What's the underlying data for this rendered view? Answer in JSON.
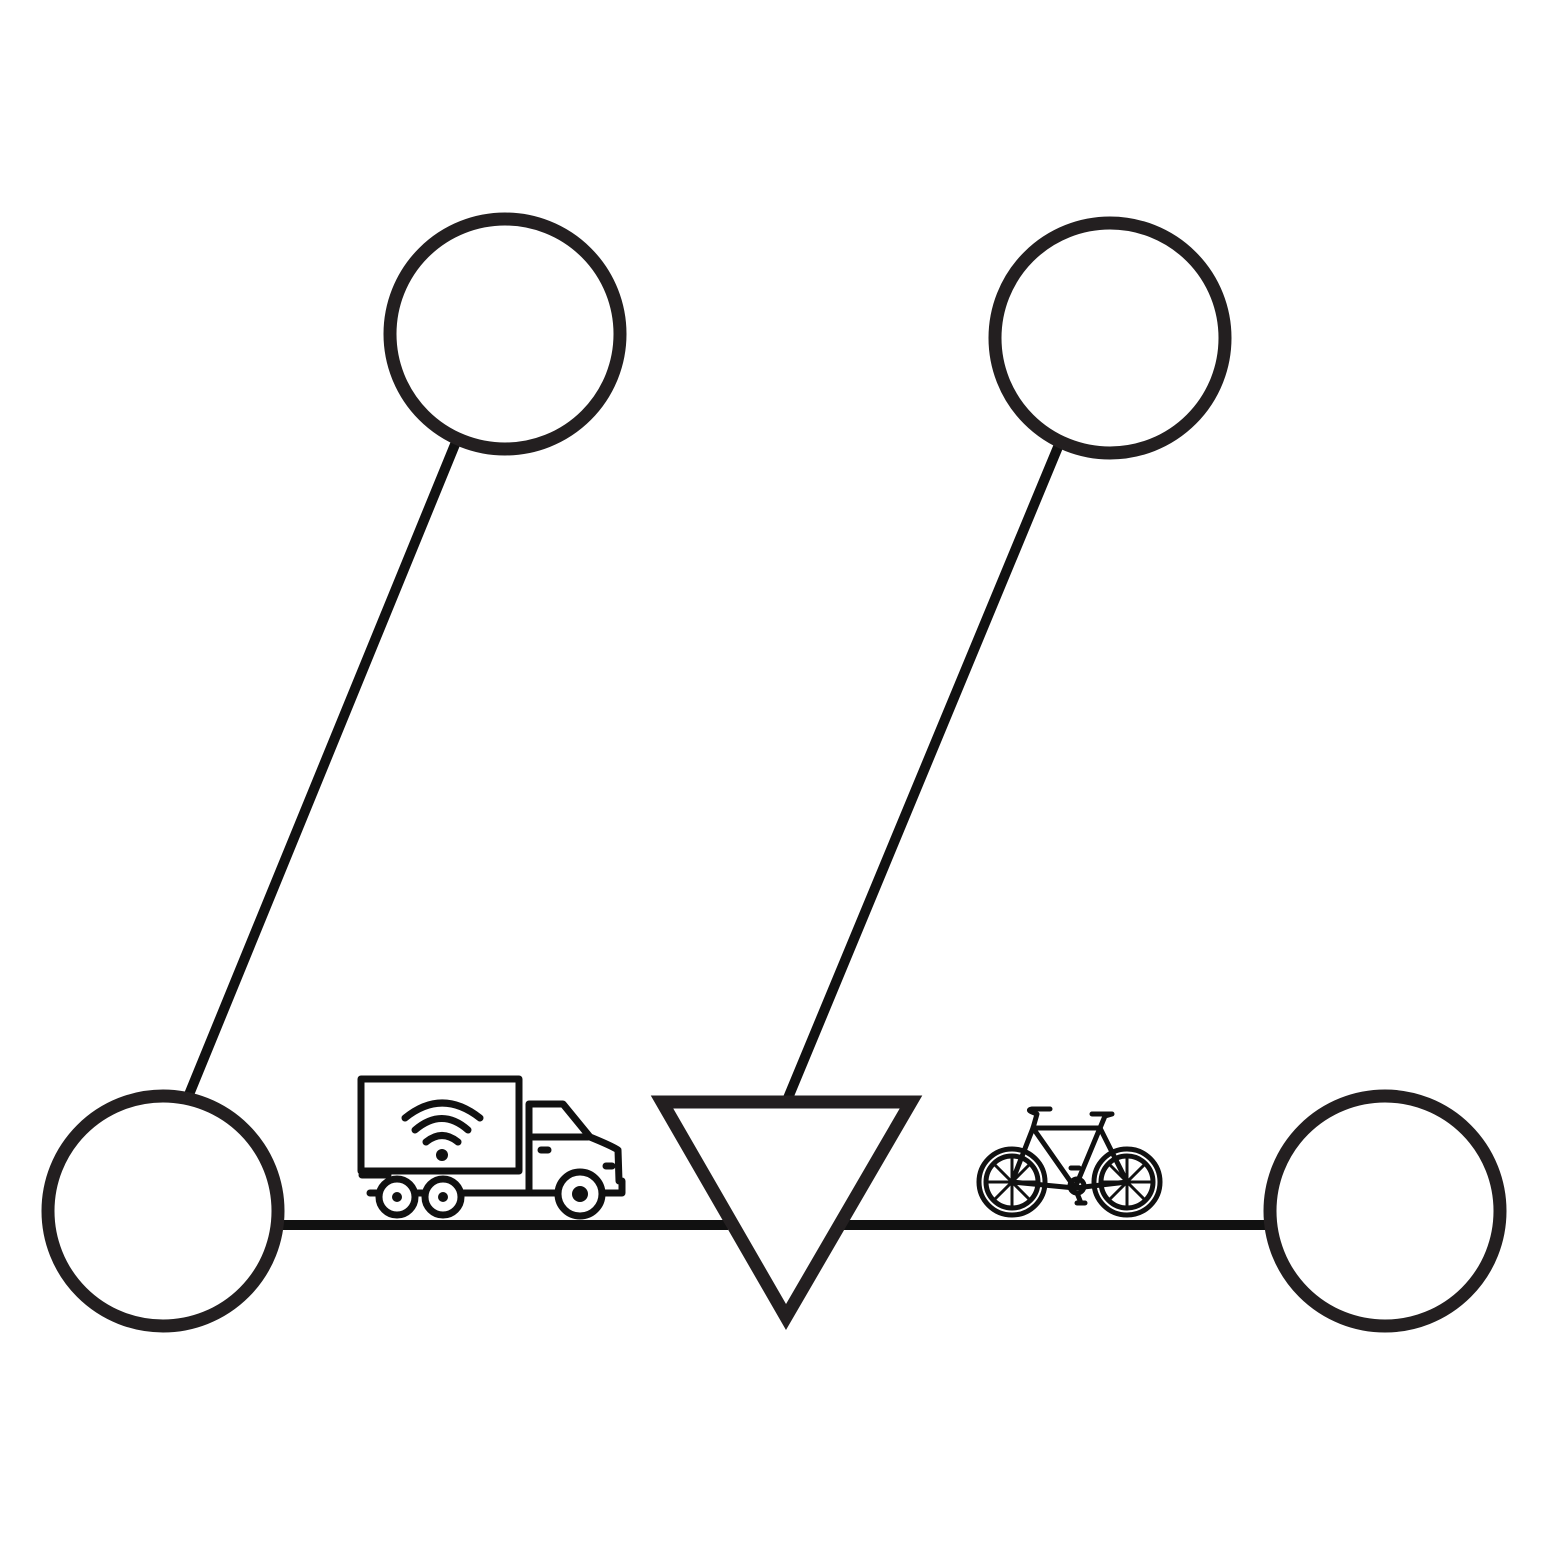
{
  "diagram": {
    "colors": {
      "background": "#ffffff",
      "stroke": "#231f20",
      "edge": "#111111"
    },
    "nodes": [
      {
        "id": "n1",
        "shape": "circle"
      },
      {
        "id": "n2",
        "shape": "circle"
      },
      {
        "id": "n3",
        "shape": "circle"
      },
      {
        "id": "n4",
        "shape": "inverted-triangle"
      },
      {
        "id": "n5",
        "shape": "circle"
      }
    ],
    "edges": [
      {
        "from": "n1",
        "to": "n2"
      },
      {
        "from": "n3",
        "to": "n4"
      },
      {
        "from": "n1",
        "to": "n4",
        "icon": "delivery-truck-icon"
      },
      {
        "from": "n4",
        "to": "n5",
        "icon": "bicycle-icon"
      }
    ]
  }
}
